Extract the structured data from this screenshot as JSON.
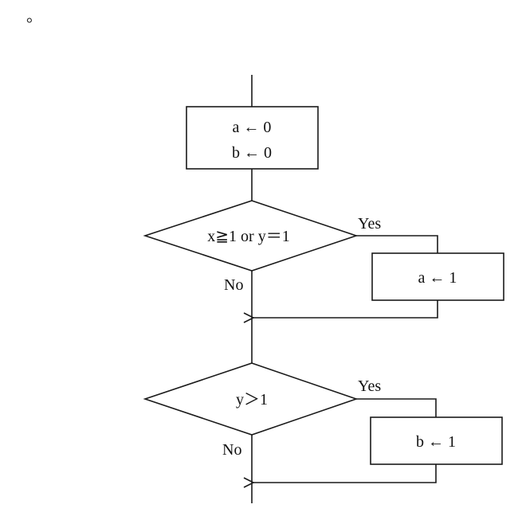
{
  "corner_mark": "。",
  "flowchart": {
    "init": {
      "line1": "a ← 0",
      "line2": "b ← 0"
    },
    "decision1": {
      "condition": "x≧1  or  y＝1",
      "yes_label": "Yes",
      "no_label": "No"
    },
    "action1": {
      "text": "a ← 1"
    },
    "decision2": {
      "condition": "y＞1",
      "yes_label": "Yes",
      "no_label": "No"
    },
    "action2": {
      "text": "b ← 1"
    }
  }
}
